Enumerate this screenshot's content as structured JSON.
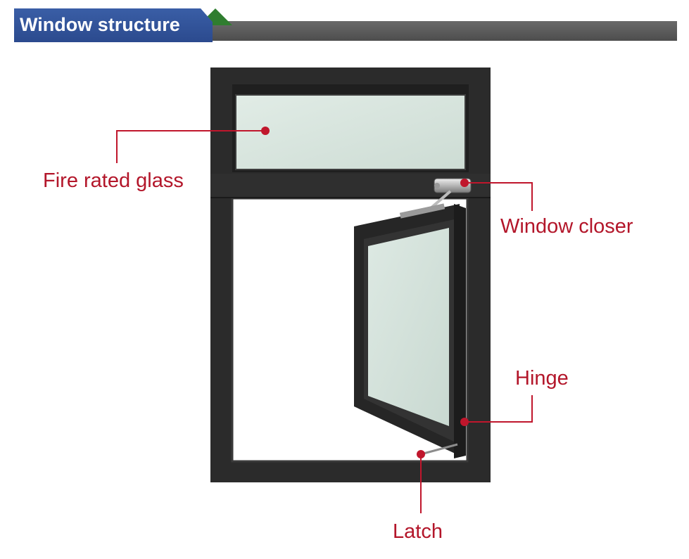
{
  "header": {
    "title": "Window structure"
  },
  "colors": {
    "title_tab": "#2f5399",
    "header_bar": "#5a5a5a",
    "accent_green": "#2f7d2f",
    "frame": "#2b2b2b",
    "glass": "#d8e6df",
    "callout": "#c0162c"
  },
  "callouts": {
    "fire_glass": "Fire rated glass",
    "window_closer": "Window closer",
    "hinge": "Hinge",
    "latch": "Latch"
  }
}
